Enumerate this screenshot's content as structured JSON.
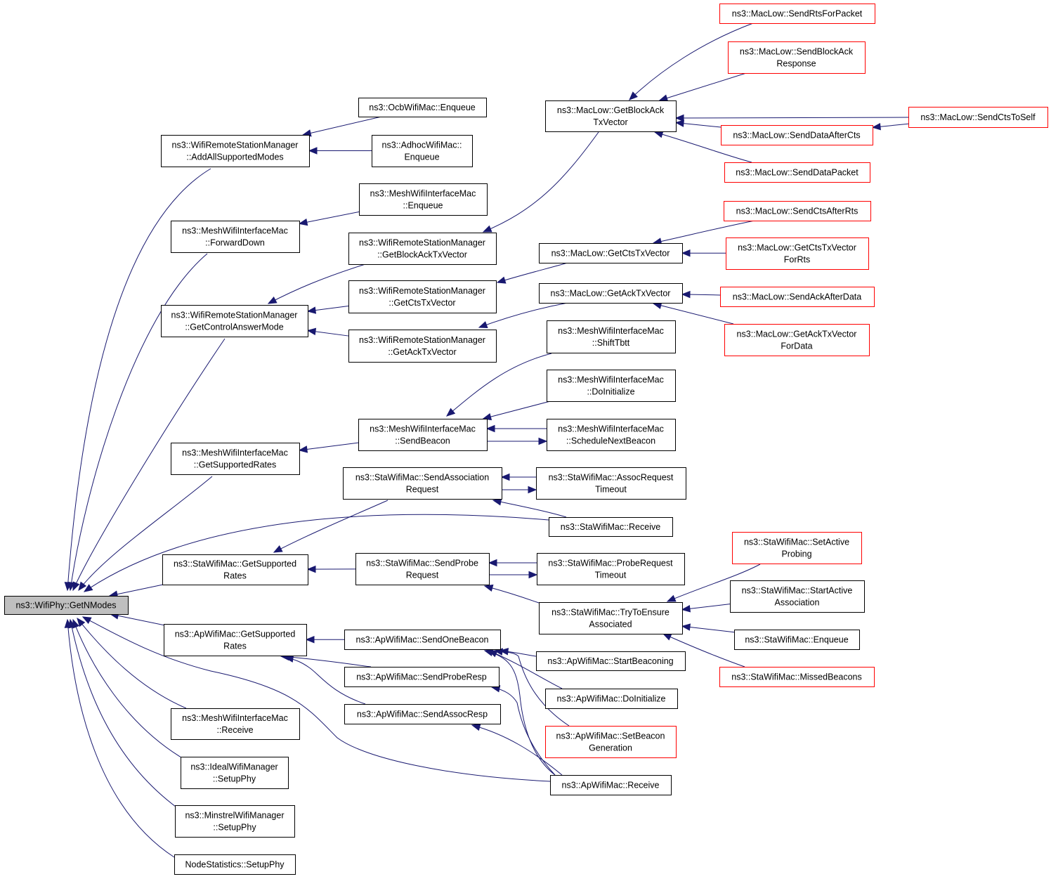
{
  "graph": {
    "nodes": [
      {
        "id": "n0",
        "lines": [
          "ns3::WifiPhy::GetNModes"
        ],
        "root": true
      },
      {
        "id": "n1",
        "lines": [
          "ns3::WifiRemoteStationManager",
          "::AddAllSupportedModes"
        ]
      },
      {
        "id": "n2",
        "lines": [
          "ns3::MeshWifiInterfaceMac",
          "::ForwardDown"
        ]
      },
      {
        "id": "n3",
        "lines": [
          "ns3::WifiRemoteStationManager",
          "::GetControlAnswerMode"
        ]
      },
      {
        "id": "n4",
        "lines": [
          "ns3::MeshWifiInterfaceMac",
          "::GetSupportedRates"
        ]
      },
      {
        "id": "n5",
        "lines": [
          "ns3::StaWifiMac::GetSupported",
          "Rates"
        ]
      },
      {
        "id": "n6",
        "lines": [
          "ns3::ApWifiMac::GetSupported",
          "Rates"
        ]
      },
      {
        "id": "n7",
        "lines": [
          "ns3::MeshWifiInterfaceMac",
          "::Receive"
        ]
      },
      {
        "id": "n8",
        "lines": [
          "ns3::IdealWifiManager",
          "::SetupPhy"
        ]
      },
      {
        "id": "n9",
        "lines": [
          "ns3::MinstrelWifiManager",
          "::SetupPhy"
        ]
      },
      {
        "id": "n10",
        "lines": [
          "NodeStatistics::SetupPhy"
        ]
      },
      {
        "id": "n11",
        "lines": [
          "ns3::OcbWifiMac::Enqueue"
        ]
      },
      {
        "id": "n12",
        "lines": [
          "ns3::AdhocWifiMac::",
          "Enqueue"
        ]
      },
      {
        "id": "n13",
        "lines": [
          "ns3::MeshWifiInterfaceMac",
          "::Enqueue"
        ]
      },
      {
        "id": "n14",
        "lines": [
          "ns3::WifiRemoteStationManager",
          "::GetBlockAckTxVector"
        ]
      },
      {
        "id": "n15",
        "lines": [
          "ns3::WifiRemoteStationManager",
          "::GetCtsTxVector"
        ]
      },
      {
        "id": "n16",
        "lines": [
          "ns3::WifiRemoteStationManager",
          "::GetAckTxVector"
        ]
      },
      {
        "id": "n17",
        "lines": [
          "ns3::MeshWifiInterfaceMac",
          "::SendBeacon"
        ]
      },
      {
        "id": "n18",
        "lines": [
          "ns3::StaWifiMac::SendAssociation",
          "Request"
        ]
      },
      {
        "id": "n19",
        "lines": [
          "ns3::StaWifiMac::SendProbe",
          "Request"
        ]
      },
      {
        "id": "n20",
        "lines": [
          "ns3::ApWifiMac::SendOneBeacon"
        ]
      },
      {
        "id": "n21",
        "lines": [
          "ns3::ApWifiMac::SendProbeResp"
        ]
      },
      {
        "id": "n22",
        "lines": [
          "ns3::ApWifiMac::SendAssocResp"
        ]
      },
      {
        "id": "n23",
        "lines": [
          "ns3::MacLow::GetBlockAck",
          "TxVector"
        ]
      },
      {
        "id": "n24",
        "lines": [
          "ns3::MacLow::GetCtsTxVector"
        ]
      },
      {
        "id": "n25",
        "lines": [
          "ns3::MacLow::GetAckTxVector"
        ]
      },
      {
        "id": "n26",
        "lines": [
          "ns3::MeshWifiInterfaceMac",
          "::ShiftTbtt"
        ]
      },
      {
        "id": "n27",
        "lines": [
          "ns3::MeshWifiInterfaceMac",
          "::DoInitialize"
        ]
      },
      {
        "id": "n28",
        "lines": [
          "ns3::MeshWifiInterfaceMac",
          "::ScheduleNextBeacon"
        ]
      },
      {
        "id": "n29",
        "lines": [
          "ns3::StaWifiMac::AssocRequest",
          "Timeout"
        ]
      },
      {
        "id": "n30",
        "lines": [
          "ns3::StaWifiMac::Receive"
        ]
      },
      {
        "id": "n31",
        "lines": [
          "ns3::StaWifiMac::ProbeRequest",
          "Timeout"
        ]
      },
      {
        "id": "n32",
        "lines": [
          "ns3::StaWifiMac::TryToEnsure",
          "Associated"
        ]
      },
      {
        "id": "n33",
        "lines": [
          "ns3::ApWifiMac::StartBeaconing"
        ]
      },
      {
        "id": "n34",
        "lines": [
          "ns3::ApWifiMac::DoInitialize"
        ]
      },
      {
        "id": "n35",
        "lines": [
          "ns3::ApWifiMac::SetBeacon",
          "Generation"
        ],
        "truncated": true
      },
      {
        "id": "n36",
        "lines": [
          "ns3::ApWifiMac::Receive"
        ]
      },
      {
        "id": "n37",
        "lines": [
          "ns3::MacLow::SendRtsForPacket"
        ],
        "truncated": true
      },
      {
        "id": "n38",
        "lines": [
          "ns3::MacLow::SendBlockAck",
          "Response"
        ],
        "truncated": true
      },
      {
        "id": "n39",
        "lines": [
          "ns3::MacLow::SendDataAfterCts"
        ],
        "truncated": true
      },
      {
        "id": "n40",
        "lines": [
          "ns3::MacLow::SendDataPacket"
        ],
        "truncated": true
      },
      {
        "id": "n41",
        "lines": [
          "ns3::MacLow::SendCtsToSelf"
        ],
        "truncated": true
      },
      {
        "id": "n42",
        "lines": [
          "ns3::MacLow::SendCtsAfterRts"
        ],
        "truncated": true
      },
      {
        "id": "n43",
        "lines": [
          "ns3::MacLow::GetCtsTxVector",
          "ForRts"
        ],
        "truncated": true
      },
      {
        "id": "n44",
        "lines": [
          "ns3::MacLow::SendAckAfterData"
        ],
        "truncated": true
      },
      {
        "id": "n45",
        "lines": [
          "ns3::MacLow::GetAckTxVector",
          "ForData"
        ],
        "truncated": true
      },
      {
        "id": "n46",
        "lines": [
          "ns3::StaWifiMac::SetActive",
          "Probing"
        ],
        "truncated": true
      },
      {
        "id": "n47",
        "lines": [
          "ns3::StaWifiMac::StartActive",
          "Association"
        ]
      },
      {
        "id": "n48",
        "lines": [
          "ns3::StaWifiMac::Enqueue"
        ]
      },
      {
        "id": "n49",
        "lines": [
          "ns3::StaWifiMac::MissedBeacons"
        ],
        "truncated": true
      }
    ],
    "edges": [
      [
        "n0",
        "n1"
      ],
      [
        "n0",
        "n2"
      ],
      [
        "n0",
        "n3"
      ],
      [
        "n0",
        "n4"
      ],
      [
        "n0",
        "n5"
      ],
      [
        "n0",
        "n6"
      ],
      [
        "n0",
        "n7"
      ],
      [
        "n0",
        "n8"
      ],
      [
        "n0",
        "n9"
      ],
      [
        "n0",
        "n10"
      ],
      [
        "n0",
        "n30"
      ],
      [
        "n0",
        "n36"
      ],
      [
        "n1",
        "n11"
      ],
      [
        "n1",
        "n12"
      ],
      [
        "n2",
        "n13"
      ],
      [
        "n3",
        "n14"
      ],
      [
        "n3",
        "n15"
      ],
      [
        "n3",
        "n16"
      ],
      [
        "n4",
        "n17"
      ],
      [
        "n5",
        "n18"
      ],
      [
        "n5",
        "n19"
      ],
      [
        "n6",
        "n20"
      ],
      [
        "n6",
        "n21"
      ],
      [
        "n6",
        "n22"
      ],
      [
        "n14",
        "n23"
      ],
      [
        "n15",
        "n24"
      ],
      [
        "n16",
        "n25"
      ],
      [
        "n17",
        "n26"
      ],
      [
        "n17",
        "n27"
      ],
      [
        "n17",
        "n28"
      ],
      [
        "n28",
        "n17"
      ],
      [
        "n18",
        "n29"
      ],
      [
        "n18",
        "n30"
      ],
      [
        "n29",
        "n18"
      ],
      [
        "n19",
        "n31"
      ],
      [
        "n19",
        "n32"
      ],
      [
        "n31",
        "n19"
      ],
      [
        "n20",
        "n33"
      ],
      [
        "n20",
        "n34"
      ],
      [
        "n20",
        "n35"
      ],
      [
        "n20",
        "n36"
      ],
      [
        "n21",
        "n36"
      ],
      [
        "n22",
        "n36"
      ],
      [
        "n23",
        "n37"
      ],
      [
        "n23",
        "n38"
      ],
      [
        "n23",
        "n39"
      ],
      [
        "n23",
        "n40"
      ],
      [
        "n23",
        "n41"
      ],
      [
        "n24",
        "n42"
      ],
      [
        "n24",
        "n43"
      ],
      [
        "n25",
        "n44"
      ],
      [
        "n25",
        "n45"
      ],
      [
        "n32",
        "n46"
      ],
      [
        "n32",
        "n47"
      ],
      [
        "n32",
        "n48"
      ],
      [
        "n32",
        "n49"
      ],
      [
        "n39",
        "n41"
      ]
    ]
  }
}
